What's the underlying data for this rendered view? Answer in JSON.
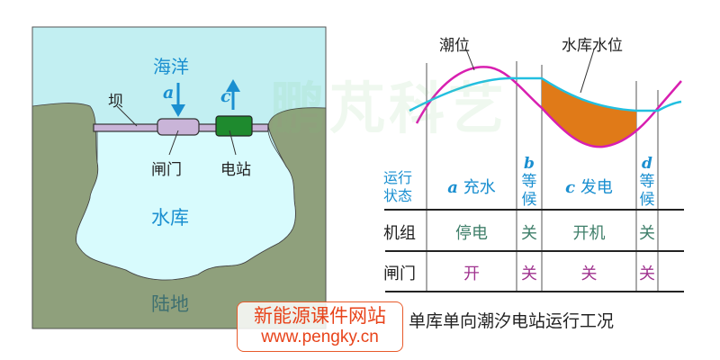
{
  "map": {
    "sea_label": "海洋",
    "dam_label": "坝",
    "gate_label": "闸门",
    "station_label": "电站",
    "reservoir_label": "水库",
    "land_label": "陆地",
    "arrow_a": "a",
    "arrow_c": "c",
    "colors": {
      "sea": "#c2eff2",
      "reservoir": "#d8fbfd",
      "land": "#8fa07c",
      "gate": "#c9b4d8",
      "station": "#1e8a2e",
      "arrow": "#1a8fd0"
    }
  },
  "curves": {
    "tide_label": "潮位",
    "reservoir_level_label": "水库水位",
    "colors": {
      "tide": "#d81fb0",
      "reservoir_level": "#22bfe0",
      "fill": "#e07a18"
    }
  },
  "table": {
    "header_label": [
      "运行",
      "状态"
    ],
    "phases": [
      {
        "letter": "a",
        "text": "充水"
      },
      {
        "letter": "b",
        "text": [
          "等",
          "候"
        ]
      },
      {
        "letter": "c",
        "text": "发电"
      },
      {
        "letter": "d",
        "text": [
          "等",
          "候"
        ]
      }
    ],
    "rows": [
      {
        "label": "机组",
        "values": [
          "停电",
          "关",
          "开机",
          "关"
        ]
      },
      {
        "label": "闸门",
        "values": [
          "开",
          "关",
          "关",
          "关"
        ]
      }
    ]
  },
  "caption": "单库单向潮汐电站运行工况",
  "watermark": "鹏芃科艺",
  "logo": {
    "line1": "新能源课件网站",
    "line2": "www.pengky.cn"
  }
}
